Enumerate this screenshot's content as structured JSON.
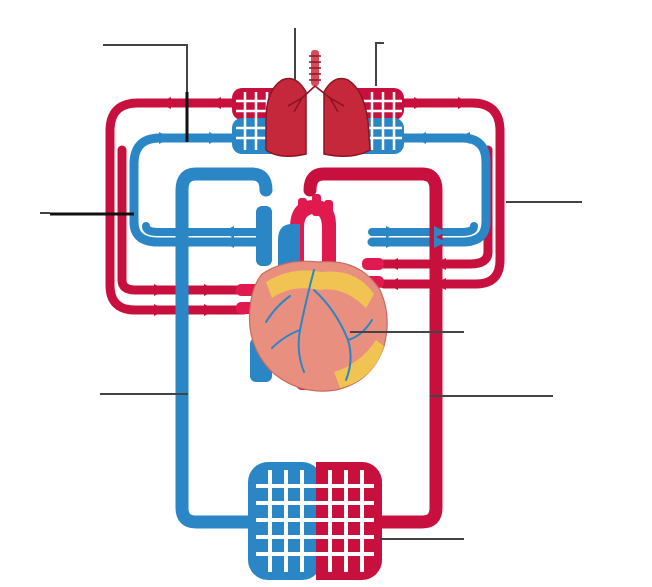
{
  "diagram": {
    "kind": "circulatory-system-worksheet",
    "colors": {
      "oxygenated": "#c8103f",
      "oxygenated_light": "#e0194e",
      "deoxygenated": "#2a86c5",
      "deoxygenated_light": "#3f9fd8",
      "capillary_grid": "#ffffff",
      "lung": "#c5283b",
      "lung_dark": "#8e1424",
      "trachea": "#d94a5a",
      "heart_muscle": "#e88f80",
      "heart_fat": "#f2c94c",
      "leader_line": "#444444",
      "background": "#ffffff"
    },
    "parts": [
      {
        "id": "lungs",
        "icon": "lungs-icon"
      },
      {
        "id": "heart",
        "icon": "heart-icon"
      },
      {
        "id": "pulmonary-capillaries"
      },
      {
        "id": "body-capillaries"
      },
      {
        "id": "pulmonary-artery"
      },
      {
        "id": "pulmonary-vein"
      },
      {
        "id": "vena-cava"
      },
      {
        "id": "aorta"
      }
    ],
    "label_blanks_count": 9
  }
}
